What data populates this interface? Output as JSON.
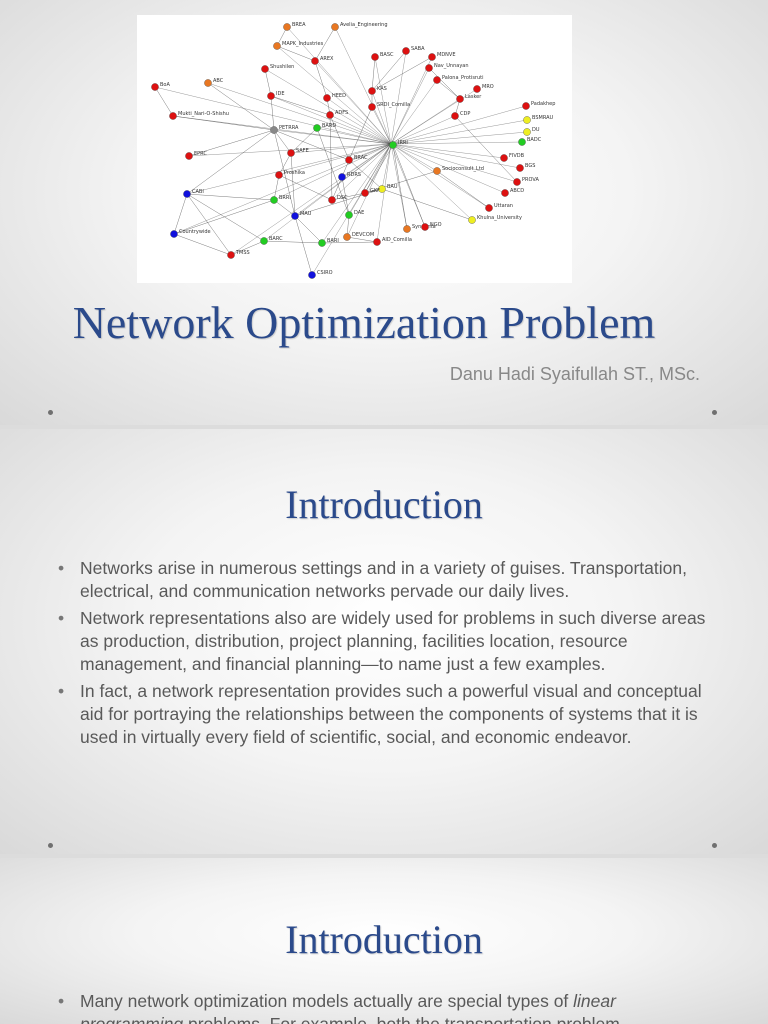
{
  "slide1": {
    "title": "Network Optimization Problem",
    "author": "Danu Hadi Syaifullah ST., MSc."
  },
  "network": {
    "nodes": [
      {
        "label": "BREA",
        "color": "#e87722"
      },
      {
        "label": "Avelia_Engineering",
        "color": "#e87722"
      },
      {
        "label": "MAPK_Industries",
        "color": "#e87722"
      },
      {
        "label": "Shushilen",
        "color": "#dd1111"
      },
      {
        "label": "AREX",
        "color": "#dd1111"
      },
      {
        "label": "BASC",
        "color": "#dd1111"
      },
      {
        "label": "SABA",
        "color": "#dd1111"
      },
      {
        "label": "MDNVE",
        "color": "#dd1111"
      },
      {
        "label": "Nav_Unnayan",
        "color": "#dd1111"
      },
      {
        "label": "Palona_Protisruti",
        "color": "#dd1111"
      },
      {
        "label": "BoA",
        "color": "#dd1111"
      },
      {
        "label": "ABC",
        "color": "#e87722"
      },
      {
        "label": "IDE",
        "color": "#dd1111"
      },
      {
        "label": "HEED",
        "color": "#dd1111"
      },
      {
        "label": "KAS",
        "color": "#dd1111"
      },
      {
        "label": "MRO",
        "color": "#dd1111"
      },
      {
        "label": "Mukti_Nari-O-Shishu",
        "color": "#dd1111"
      },
      {
        "label": "ADFS",
        "color": "#dd1111"
      },
      {
        "label": "SRDI_Comilla",
        "color": "#dd1111"
      },
      {
        "label": "Lasker",
        "color": "#dd1111"
      },
      {
        "label": "Padakhep",
        "color": "#dd1111"
      },
      {
        "label": "BSMRAU",
        "color": "#eeee22"
      },
      {
        "label": "CDP",
        "color": "#dd1111"
      },
      {
        "label": "PETRRA",
        "color": "#888888"
      },
      {
        "label": "BARD",
        "color": "#22cc22"
      },
      {
        "label": "DU",
        "color": "#eeee22"
      },
      {
        "label": "BADC",
        "color": "#22cc22"
      },
      {
        "label": "EPRC",
        "color": "#dd1111"
      },
      {
        "label": "SAFE",
        "color": "#dd1111"
      },
      {
        "label": "IRRI",
        "color": "#22cc22"
      },
      {
        "label": "BRAC",
        "color": "#dd1111"
      },
      {
        "label": "FIVDB",
        "color": "#dd1111"
      },
      {
        "label": "BGS",
        "color": "#dd1111"
      },
      {
        "label": "PROVA",
        "color": "#dd1111"
      },
      {
        "label": "Proshika",
        "color": "#dd1111"
      },
      {
        "label": "Socioconsult_Ltd",
        "color": "#e87722"
      },
      {
        "label": "CABI",
        "color": "#1111dd"
      },
      {
        "label": "RDRS",
        "color": "#1111dd"
      },
      {
        "label": "BAU",
        "color": "#eeee22"
      },
      {
        "label": "ABCD",
        "color": "#dd1111"
      },
      {
        "label": "GKF",
        "color": "#dd1111"
      },
      {
        "label": "BRRI",
        "color": "#22cc22"
      },
      {
        "label": "MAU",
        "color": "#1111dd"
      },
      {
        "label": "Uttaran",
        "color": "#dd1111"
      },
      {
        "label": "DAE",
        "color": "#22cc22"
      },
      {
        "label": "Khulna_University",
        "color": "#eeee22"
      },
      {
        "label": "Countrywide",
        "color": "#1111dd"
      },
      {
        "label": "BARC",
        "color": "#22cc22"
      },
      {
        "label": "DEVCOM",
        "color": "#e87722"
      },
      {
        "label": "Syngenta",
        "color": "#e87722"
      },
      {
        "label": "NGO",
        "color": "#dd1111"
      },
      {
        "label": "TMSS",
        "color": "#dd1111"
      },
      {
        "label": "BARI",
        "color": "#22cc22"
      },
      {
        "label": "AID_Comilla",
        "color": "#dd1111"
      },
      {
        "label": "CSIRO",
        "color": "#1111dd"
      },
      {
        "label": "DSC",
        "color": "#dd1111"
      }
    ]
  },
  "slide2": {
    "title": "Introduction",
    "bullet_mark": "•",
    "bullets": [
      "Networks arise in numerous settings and in a variety of guises. Transportation, electrical, and communication networks pervade our daily lives.",
      "Network representations also are widely used for problems in such diverse areas as production, distribution, project planning, facilities location, resource management, and financial planning—to name just a few examples.",
      "In fact, a network representation provides such a powerful visual and conceptual aid for portraying the relationships between the components of systems that it is used in virtually every field of scientific, social, and economic endeavor."
    ]
  },
  "slide3": {
    "title": "Introduction",
    "bullet_mark": "•",
    "bullet_start": "Many network optimization models actually are special types of ",
    "bullet_italic1": "linear programming",
    "bullet_rest": " problems. For example, both the transportation problem"
  }
}
